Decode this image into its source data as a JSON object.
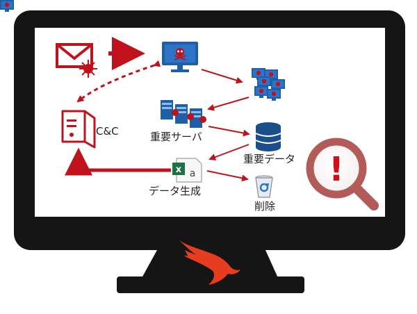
{
  "colors": {
    "bezel": "#151515",
    "screen": "#ffffff",
    "accent_red": "#c0121c",
    "monitor_blue": "#1f5fa8",
    "database_blue": "#1b4f8a",
    "excel_green": "#1e7145",
    "magnifier": "#b25b58",
    "logo_red": "#e53d1e"
  },
  "icons": {
    "email": "email-malware-icon",
    "infected_pc": "infected-monitor-icon",
    "infected_network": "infected-network-icon",
    "cnc_server": "cnc-server-icon",
    "critical_servers": "infected-servers-icon",
    "database": "database-icon",
    "excel_file": "excel-file-icon",
    "recycle_bin": "recycle-bin-icon",
    "alert_magnifier": "alert-magnifier-icon",
    "brand_logo": "falcon-logo-icon"
  },
  "labels": {
    "cnc": "C&C",
    "critical_servers": "重要サーバ",
    "critical_data": "重要データ",
    "data_generation": "データ生成",
    "delete": "削除",
    "excel_letter_x": "x",
    "excel_letter_a": "a",
    "alert_mark": "!"
  }
}
